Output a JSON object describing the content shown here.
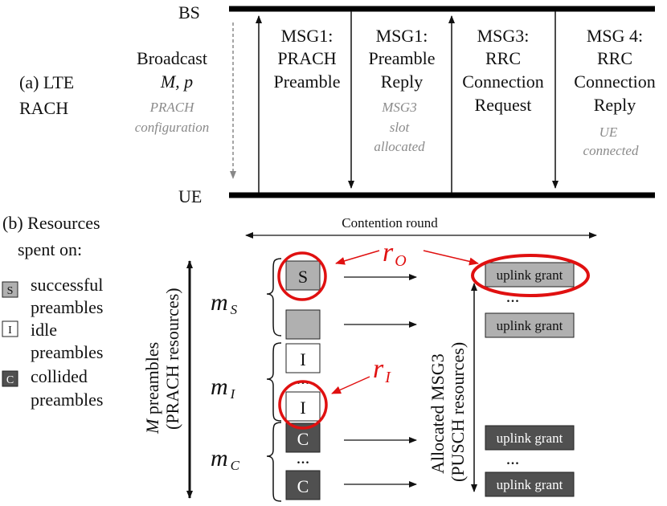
{
  "part_a": {
    "label_line1": "(a) LTE",
    "label_line2": "RACH",
    "bs": "BS",
    "ue": "UE",
    "broadcast": {
      "l1": "Broadcast",
      "l2": "M, p",
      "n1": "PRACH",
      "n2": "configuration"
    },
    "msg1": {
      "l1": "MSG1:",
      "l2": "PRACH",
      "l3": "Preamble"
    },
    "reply": {
      "l1": "MSG1:",
      "l2": "Preamble",
      "l3": "Reply",
      "n1": "MSG3",
      "n2": "slot",
      "n3": "allocated"
    },
    "msg3": {
      "l1": "MSG3:",
      "l2": "RRC",
      "l3": "Connection",
      "l4": "Request"
    },
    "msg4": {
      "l1": "MSG 4:",
      "l2": "RRC",
      "l3": "Connection",
      "l4": "Reply",
      "n1": "UE",
      "n2": "connected"
    }
  },
  "part_b": {
    "label_line1": "(b) Resources",
    "label_line2": "spent on:",
    "legend": [
      {
        "letter": "S",
        "l1": "successful",
        "l2": "preambles",
        "color": "#b0b0b0"
      },
      {
        "letter": "I",
        "l1": "idle",
        "l2": "preambles",
        "color": "#ffffff"
      },
      {
        "letter": "C",
        "l1": "collided",
        "l2": "preambles",
        "color": "#505050"
      }
    ],
    "contention_round": "Contention round",
    "m_preambles_a": "M",
    "m_preambles_b": " preambles",
    "prach_resources": "(PRACH resources)",
    "ms": "m",
    "ms_sub": "S",
    "mi": "m",
    "mi_sub": "I",
    "mc": "m",
    "mc_sub": "C",
    "dots": "...",
    "box_s": "S",
    "box_i": "I",
    "box_c": "C",
    "r_o": "r",
    "r_o_sub": "O",
    "r_i": "r",
    "r_i_sub": "I",
    "grant": "uplink grant",
    "allocated_msg3": "Allocated MSG3",
    "pusch_resources": "(PUSCH resources)",
    "colors": {
      "success": "#b0b0b0",
      "idle": "#ffffff",
      "collided": "#505050",
      "highlight": "#e01010"
    }
  }
}
